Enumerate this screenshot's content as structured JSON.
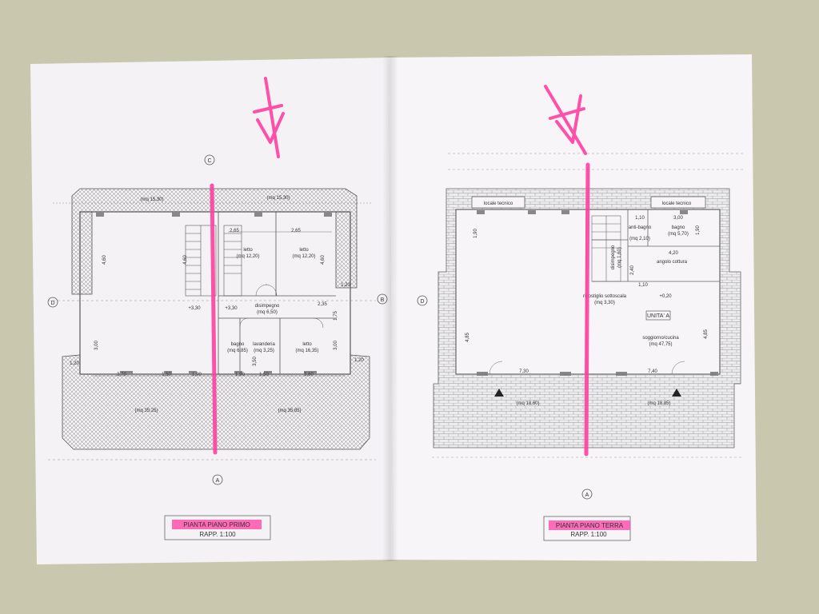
{
  "left_sheet": {
    "title": "PIANTA PIANO PRIMO",
    "scale": "RAPP. 1:100",
    "marks": {
      "top": "C",
      "left": "D",
      "right": "B",
      "bottom": "A"
    },
    "rooms": [
      {
        "name": "letto",
        "area": "(mq 12,20)"
      },
      {
        "name": "letto",
        "area": "(mq 12,20)"
      },
      {
        "name": "disimpegno",
        "area": "(mq 6,50)"
      },
      {
        "name": "bagno",
        "area": "(mq 6,85)"
      },
      {
        "name": "lavanderia",
        "area": "(mq 3,25)"
      },
      {
        "name": "letto",
        "area": "(mq 16,35)"
      }
    ],
    "terrace_areas": [
      "(mq 15,30)",
      "(mq 15,30)",
      "(mq 35,25)",
      "(mq 35,85)"
    ],
    "levels": [
      "+3,30",
      "+3,30"
    ],
    "dims_bottom": [
      "3,70",
      "1,50",
      "1,90",
      "1,90",
      "1,50",
      "3,60"
    ],
    "dims_top": [
      "2,65",
      "2,65"
    ],
    "dims_side": [
      "4,60",
      "4,60",
      "4,60",
      "3,00",
      "3,00",
      "1,20",
      "1,20",
      "1,75",
      "2,35",
      "3,50",
      "1,20"
    ]
  },
  "right_sheet": {
    "title": "PIANTA PIANO TERRA",
    "scale": "RAPP. 1:100",
    "marks": {
      "left": "D",
      "bottom": "A"
    },
    "unit_label": "UNITA' A",
    "rooms": [
      {
        "name": "locale tecnico",
        "area": ""
      },
      {
        "name": "locale tecnico",
        "area": ""
      },
      {
        "name": "anti-bagno",
        "area": "(mq 2,10)"
      },
      {
        "name": "bagno",
        "area": "(mq 5,70)"
      },
      {
        "name": "angolo cottura",
        "area": ""
      },
      {
        "name": "disimpegno",
        "area": "(mq 1,60)"
      },
      {
        "name": "ripostiglio sottoscala",
        "area": "(mq 3,30)"
      },
      {
        "name": "soggiorno/cucina",
        "area": "(mq 47,75)"
      }
    ],
    "terrace_areas": [
      "(mq 18,60)",
      "(mq 18,85)"
    ],
    "levels": [
      "+0,20"
    ],
    "dims_bottom": [
      "7,30",
      "7,40"
    ],
    "dims_top": [
      "3,00",
      "4,20"
    ],
    "dims_side": [
      "1,90",
      "1,90",
      "4,85",
      "4,85",
      "1,10",
      "1,10",
      "2,40"
    ]
  },
  "colors": {
    "table": "#c9c7ae",
    "paper": "#f6f4f6",
    "highlight": "#ff3fa0",
    "ink": "#555555"
  }
}
